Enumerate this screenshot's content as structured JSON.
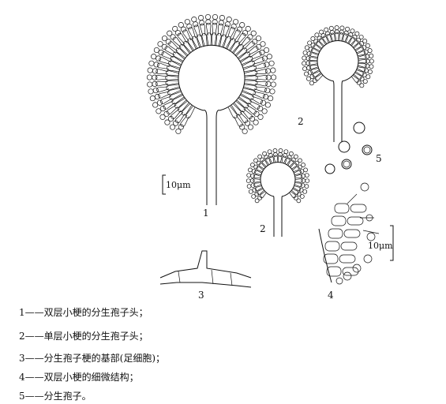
{
  "figure": {
    "panel_numbers": [
      "1",
      "2",
      "2",
      "3",
      "4",
      "5"
    ],
    "scale_labels": [
      "10μm",
      "10μm"
    ]
  },
  "legend": [
    "1——双层小梗的分生孢子头；",
    "2——单层小梗的分生孢子头；",
    "3——分生孢子梗的基部(足细胞)；",
    "4——双层小梗的细微结构；",
    "5——分生孢子。"
  ]
}
